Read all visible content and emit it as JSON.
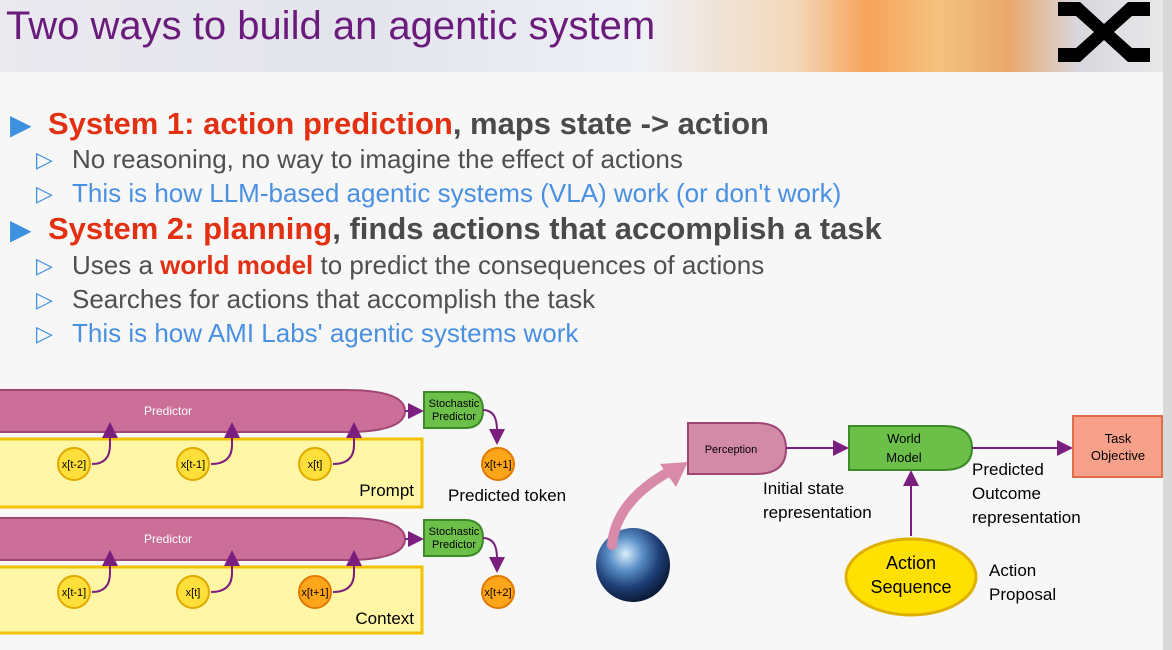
{
  "slide": {
    "title": "Two ways to build an agentic system",
    "colors": {
      "title": "#6a1b7c",
      "accent_red": "#e43012",
      "accent_blue": "#4a90e2"
    },
    "bullets": {
      "s1_head": "System 1: action prediction",
      "s1_tail": ", maps state -> action",
      "s1_a": "No reasoning, no way to imagine the effect of actions",
      "s1_b": "This is how LLM-based agentic systems (VLA) work (or don't work)",
      "s2_head": "System 2: planning",
      "s2_tail": ", finds actions that accomplish a task",
      "s2_a_pre": "Uses a ",
      "s2_a_em": "world model",
      "s2_a_post": " to predict the consequences of actions",
      "s2_b": "Searches for actions that accomplish the task",
      "s2_c": "This is how AMI Labs' agentic systems work"
    }
  },
  "left_diagram": {
    "top": {
      "predictor": "Predictor",
      "stochastic": [
        "Stochastic",
        "Predictor"
      ],
      "tokens": [
        "x[t-2]",
        "x[t-1]",
        "x[t]"
      ],
      "output": "x[t+1]",
      "box_label": "Prompt",
      "output_label": "Predicted token"
    },
    "bottom": {
      "predictor": "Predictor",
      "stochastic": [
        "Stochastic",
        "Predictor"
      ],
      "tokens": [
        "x[t-1]",
        "x[t]",
        "x[t+1]"
      ],
      "output": "x[t+2]",
      "box_label": "Context"
    }
  },
  "right_diagram": {
    "perception": "Perception",
    "world_model": [
      "World",
      "Model"
    ],
    "task_objective": [
      "Task",
      "Objective"
    ],
    "action_sequence": [
      "Action",
      "Sequence"
    ],
    "initial_state": [
      "Initial state",
      "representation"
    ],
    "predicted_outcome": [
      "Predicted",
      "Outcome",
      "representation"
    ],
    "action_proposal": [
      "Action",
      "Proposal"
    ]
  }
}
